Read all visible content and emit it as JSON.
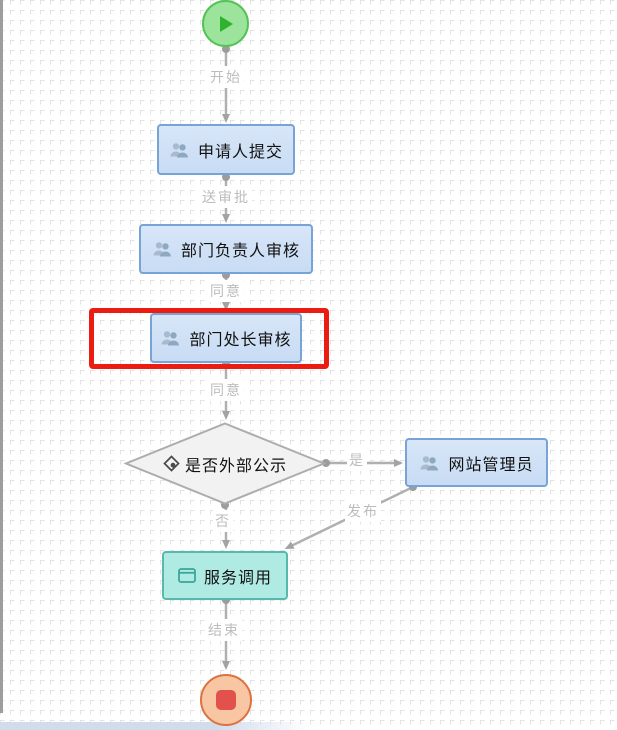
{
  "diagram": {
    "type": "approval-workflow-flowchart",
    "nodes": {
      "start": {
        "kind": "start-event",
        "icon": "play-icon",
        "label": ""
      },
      "applicant": {
        "kind": "user-task",
        "icon": "users-icon",
        "label": "申请人提交"
      },
      "dept_leader": {
        "kind": "user-task",
        "icon": "users-icon",
        "label": "部门负责人审核"
      },
      "dept_director": {
        "kind": "user-task",
        "icon": "users-icon",
        "label": "部门处长审核",
        "highlighted": true
      },
      "gateway": {
        "kind": "decision",
        "icon": "gateway-icon",
        "label": "是否外部公示"
      },
      "web_admin": {
        "kind": "user-task",
        "icon": "users-icon",
        "label": "网站管理员"
      },
      "service": {
        "kind": "service-task",
        "icon": "window-icon",
        "label": "服务调用"
      },
      "end": {
        "kind": "end-event",
        "icon": "stop-icon",
        "label": ""
      }
    },
    "edges": {
      "start_to_applicant": {
        "label": "开始"
      },
      "applicant_to_leader": {
        "label": "送审批"
      },
      "leader_to_director": {
        "label": "同意"
      },
      "director_to_gateway": {
        "label": "同意"
      },
      "gateway_to_admin": {
        "label": "是"
      },
      "gateway_to_service": {
        "label": "否"
      },
      "admin_to_service": {
        "label": "发布"
      },
      "service_to_end": {
        "label": "结束"
      }
    },
    "colors": {
      "task_fill": "#cddff5",
      "task_border": "#78a3d6",
      "service_fill": "#b0ebe3",
      "service_border": "#57b9ad",
      "gateway_fill": "#f2f2f2",
      "gateway_border": "#adadad",
      "start_fill": "#9ce39c",
      "start_border": "#54c254",
      "end_fill": "#f8c6a2",
      "end_border": "#dc7240",
      "stop_square": "#e2514b",
      "connector": "#b0b0b0",
      "edge_label_text": "#bcbcbc",
      "highlight": "#ec1d10"
    }
  }
}
